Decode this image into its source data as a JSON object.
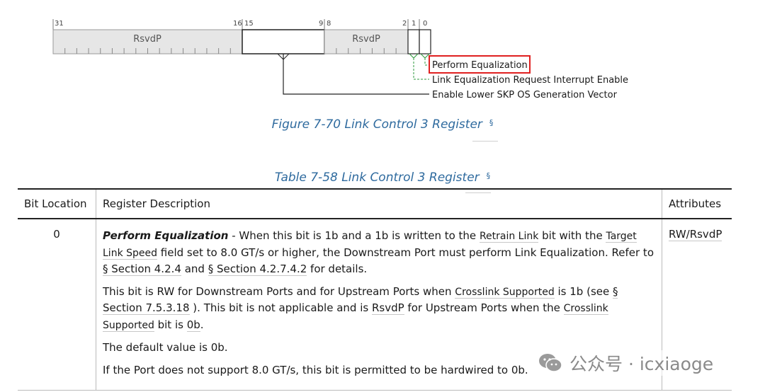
{
  "diagram": {
    "bit_labels": [
      "31",
      "16",
      "15",
      "9",
      "8",
      "2",
      "1",
      "0"
    ],
    "fields": [
      {
        "bits": "31:16",
        "name": "RsvdP"
      },
      {
        "bits": "15:9",
        "name": ""
      },
      {
        "bits": "8:2",
        "name": "RsvdP"
      },
      {
        "bits": "1",
        "name": ""
      },
      {
        "bits": "0",
        "name": ""
      }
    ],
    "callouts": [
      "Perform Equalization",
      "Link Equalization Request Interrupt Enable",
      "Enable Lower SKP OS Generation Vector"
    ],
    "highlight_color": "#e02020",
    "reserved_fill": "#e6e6e6",
    "dashed_color": "#2e9a3c"
  },
  "figure_caption": "Figure 7-70 Link Control 3 Register",
  "table_caption": "Table 7-58 Link Control 3 Register",
  "section_mark": "§",
  "table": {
    "headers": [
      "Bit Location",
      "Register Description",
      "Attributes"
    ],
    "rows": [
      {
        "bit": "0",
        "attr": "RW/RsvdP",
        "p1": {
          "field": "Perform Equalization",
          "t1": " - When this bit is 1b and a 1b is written to the ",
          "ref1": "Retrain Link",
          "t2": " bit with the ",
          "ref2": "Target Link Speed",
          "t3": " field set to 8.0 GT/s or higher, the Downstream Port must perform Link Equalization. Refer to ",
          "sec1": "§ Section 4.2.4",
          "t4": " and ",
          "sec2": "§ Section 4.2.7.4.2",
          "t5": " for details."
        },
        "p2": {
          "t1": "This bit is RW for Downstream Ports and for Upstream Ports when ",
          "ref1": "Crosslink Supported",
          "t2": " is 1b (see ",
          "sec1": "§ Section 7.5.3.18",
          "t3": " ). This bit is not applicable and is ",
          "ref2": "RsvdP",
          "t4": " for Upstream Ports when the ",
          "ref3": "Crosslink Supported",
          "t5": " bit is ",
          "ref4": "0b",
          "t6": "."
        },
        "p3": "The default value is 0b.",
        "p4": "If the Port does not support 8.0 GT/s, this bit is permitted to be hardwired to 0b."
      }
    ]
  },
  "watermark": {
    "text": "公众号 · icxiaoge",
    "icon": "wechat-icon"
  }
}
